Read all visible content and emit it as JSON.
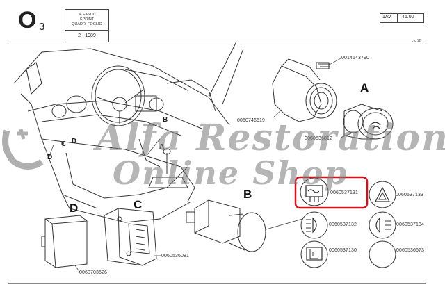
{
  "header": {
    "sheet_code": "O",
    "sheet_code_sub": "3",
    "title_lines": [
      "ALFASUD",
      "SPRINT",
      "QUADRI FOGLIO"
    ],
    "date": "2 - 1989",
    "ref_label": "1AV",
    "ref_value": "46.00",
    "page_mark": "c c 12"
  },
  "diagram_labels": {
    "A_main": "A",
    "B_main": "B",
    "C_main": "C",
    "D_main": "D",
    "A_small": "A",
    "B_small": "B",
    "C_small": "C",
    "D_small": "D",
    "D_small2": "D"
  },
  "parts": {
    "bulb": "0014143790",
    "lighter_socket": "0060746519",
    "lighter_knob": "0060536812",
    "switch_c": "0060536081",
    "switch_d": "0060703626"
  },
  "symbol_buttons": [
    {
      "number": "0060537131",
      "icon": "rear-defrost-icon"
    },
    {
      "number": "0060537133",
      "icon": "hazard-triangle-icon"
    },
    {
      "number": "0060537132",
      "icon": "front-fog-lamp-icon"
    },
    {
      "number": "0060537134",
      "icon": "rear-fog-lamp-icon"
    },
    {
      "number": "0060537130",
      "icon": "heated-seat-icon"
    },
    {
      "number": "0060536673",
      "icon": "blank-button-icon"
    }
  ],
  "watermark": {
    "line1": "Alfa Restoration",
    "line2": "Online Shop"
  },
  "highlight_color": "#d0141e"
}
